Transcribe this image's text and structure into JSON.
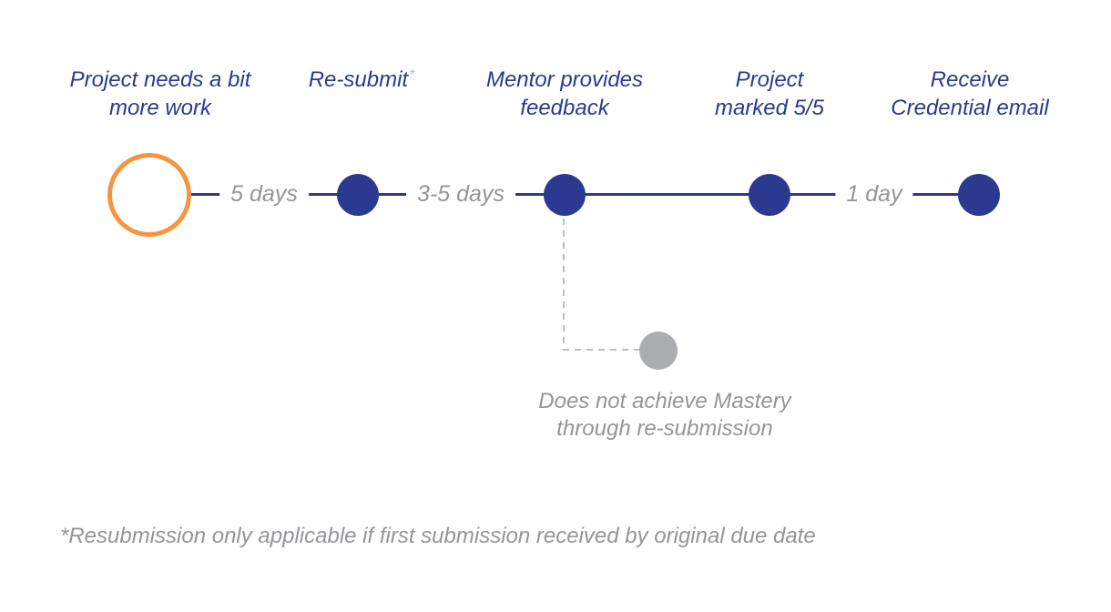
{
  "colors": {
    "blue": "#2B3990",
    "orange": "#F7943E",
    "gray-text": "#939598",
    "gray-line": "#BCBEC0",
    "gray-circle": "#ABADB0",
    "background": "#FFFFFF"
  },
  "timeline": {
    "nodes": [
      {
        "label_line1": "Project needs a bit",
        "label_line2": "more work",
        "style": "orange-outline"
      },
      {
        "label_line1": "Re-submit",
        "footnote_marker": "*",
        "style": "blue-filled"
      },
      {
        "label_line1": "Mentor provides",
        "label_line2": "feedback",
        "style": "blue-filled"
      },
      {
        "label_line1": "Project",
        "label_line2": "marked 5/5",
        "style": "blue-filled"
      },
      {
        "label_line1": "Receive",
        "label_line2": "Credential email",
        "style": "blue-filled"
      }
    ],
    "segments": [
      {
        "label": "5 days"
      },
      {
        "label": "3-5 days"
      },
      {
        "label": ""
      },
      {
        "label": "1 day"
      }
    ]
  },
  "branch": {
    "label_line1": "Does not achieve Mastery",
    "label_line2": "through re-submission",
    "style": "gray-dashed"
  },
  "footnote": {
    "text": "*Resubmission only applicable if first submission received by original due date"
  }
}
